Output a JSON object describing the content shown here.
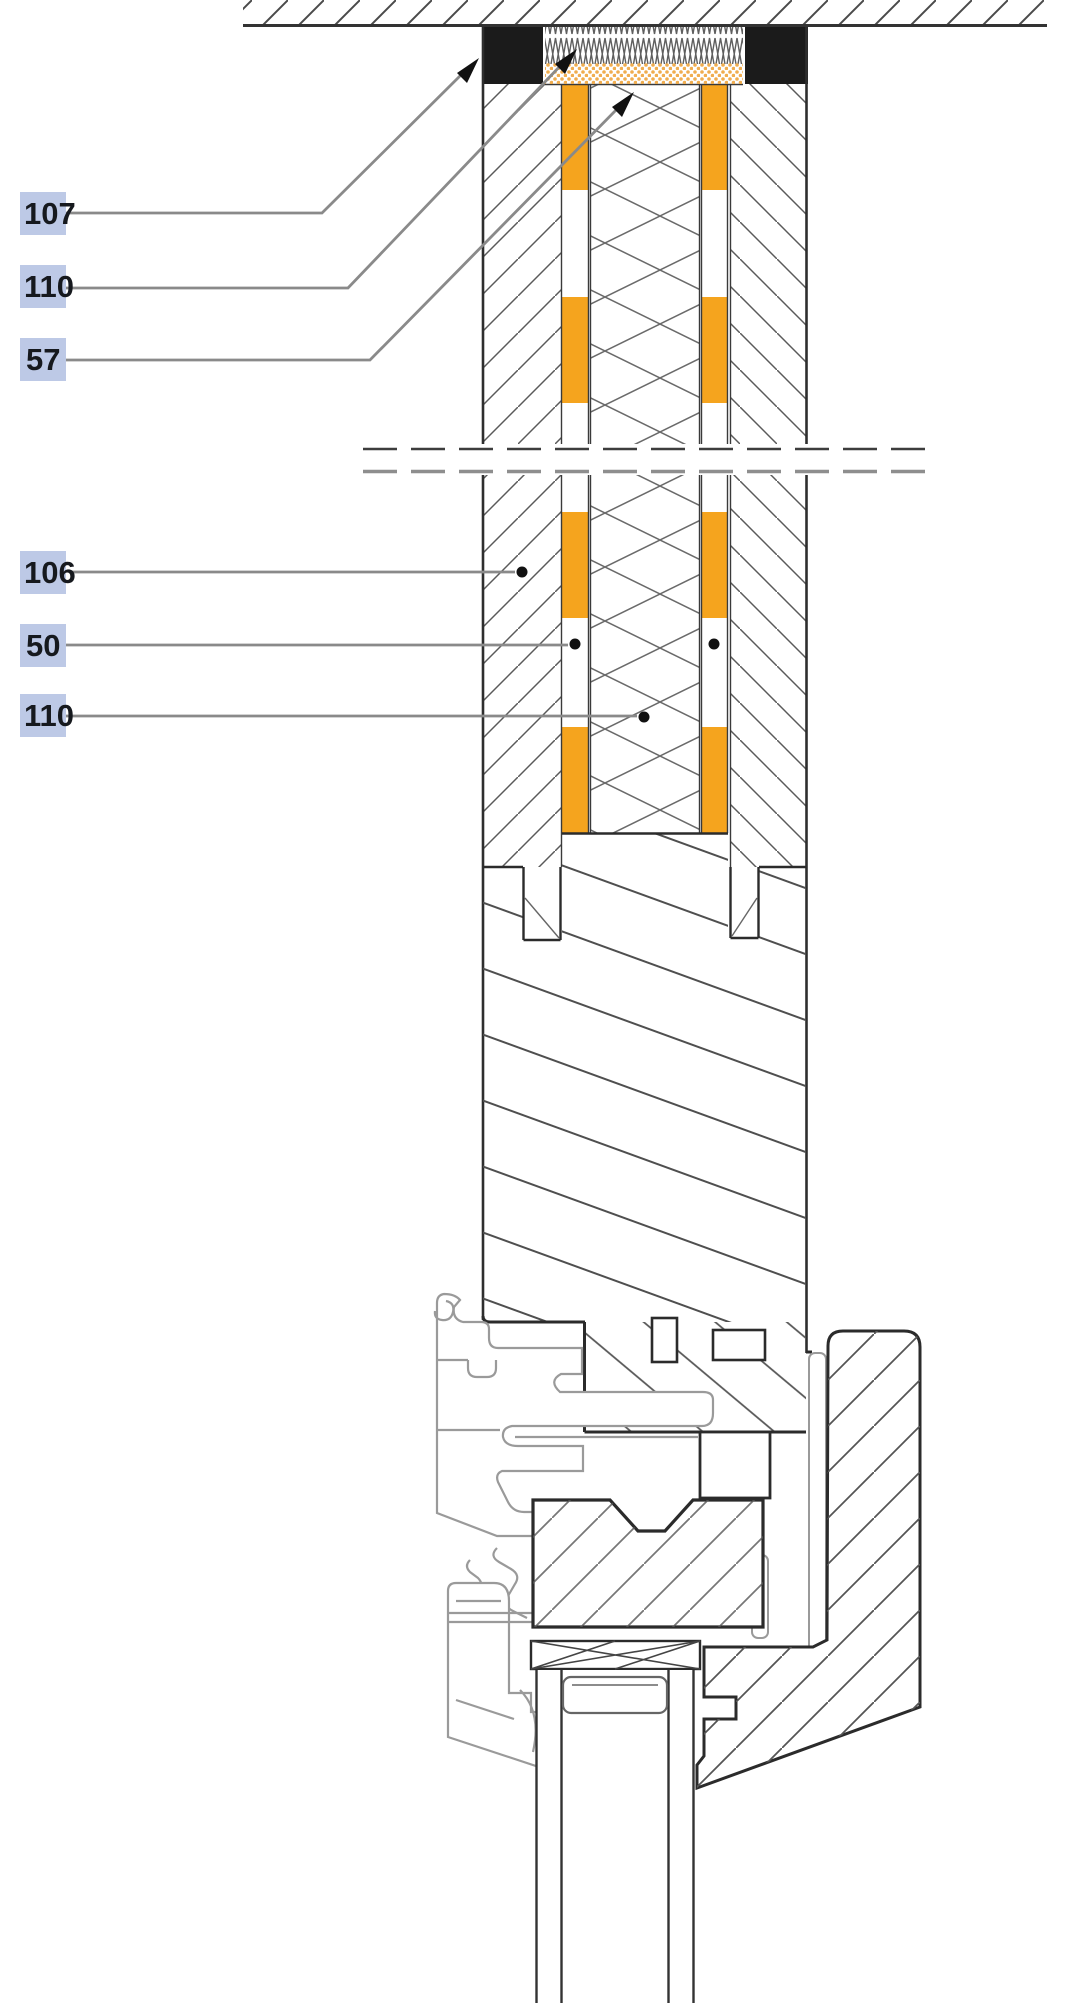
{
  "drawing": {
    "kind": "construction-section-detail",
    "description_visible_elements": "wall section with insulated cavity meeting window head profile"
  },
  "callouts": [
    {
      "id": "callout-107",
      "text": "107"
    },
    {
      "id": "callout-110-top",
      "text": "110"
    },
    {
      "id": "callout-57",
      "text": "57"
    },
    {
      "id": "callout-106",
      "text": "106"
    },
    {
      "id": "callout-50",
      "text": "50"
    },
    {
      "id": "callout-110-mid",
      "text": "110"
    }
  ],
  "colors": {
    "accent_orange": "#F5A41E",
    "stipple_orange": "#F0AD4F",
    "callout_chip": "#BDC9E6",
    "callout_text": "#16191E",
    "seal_black": "#1B1B1B",
    "leader_gray": "#8A8A8A",
    "outline_dark": "#2B2B2B"
  }
}
